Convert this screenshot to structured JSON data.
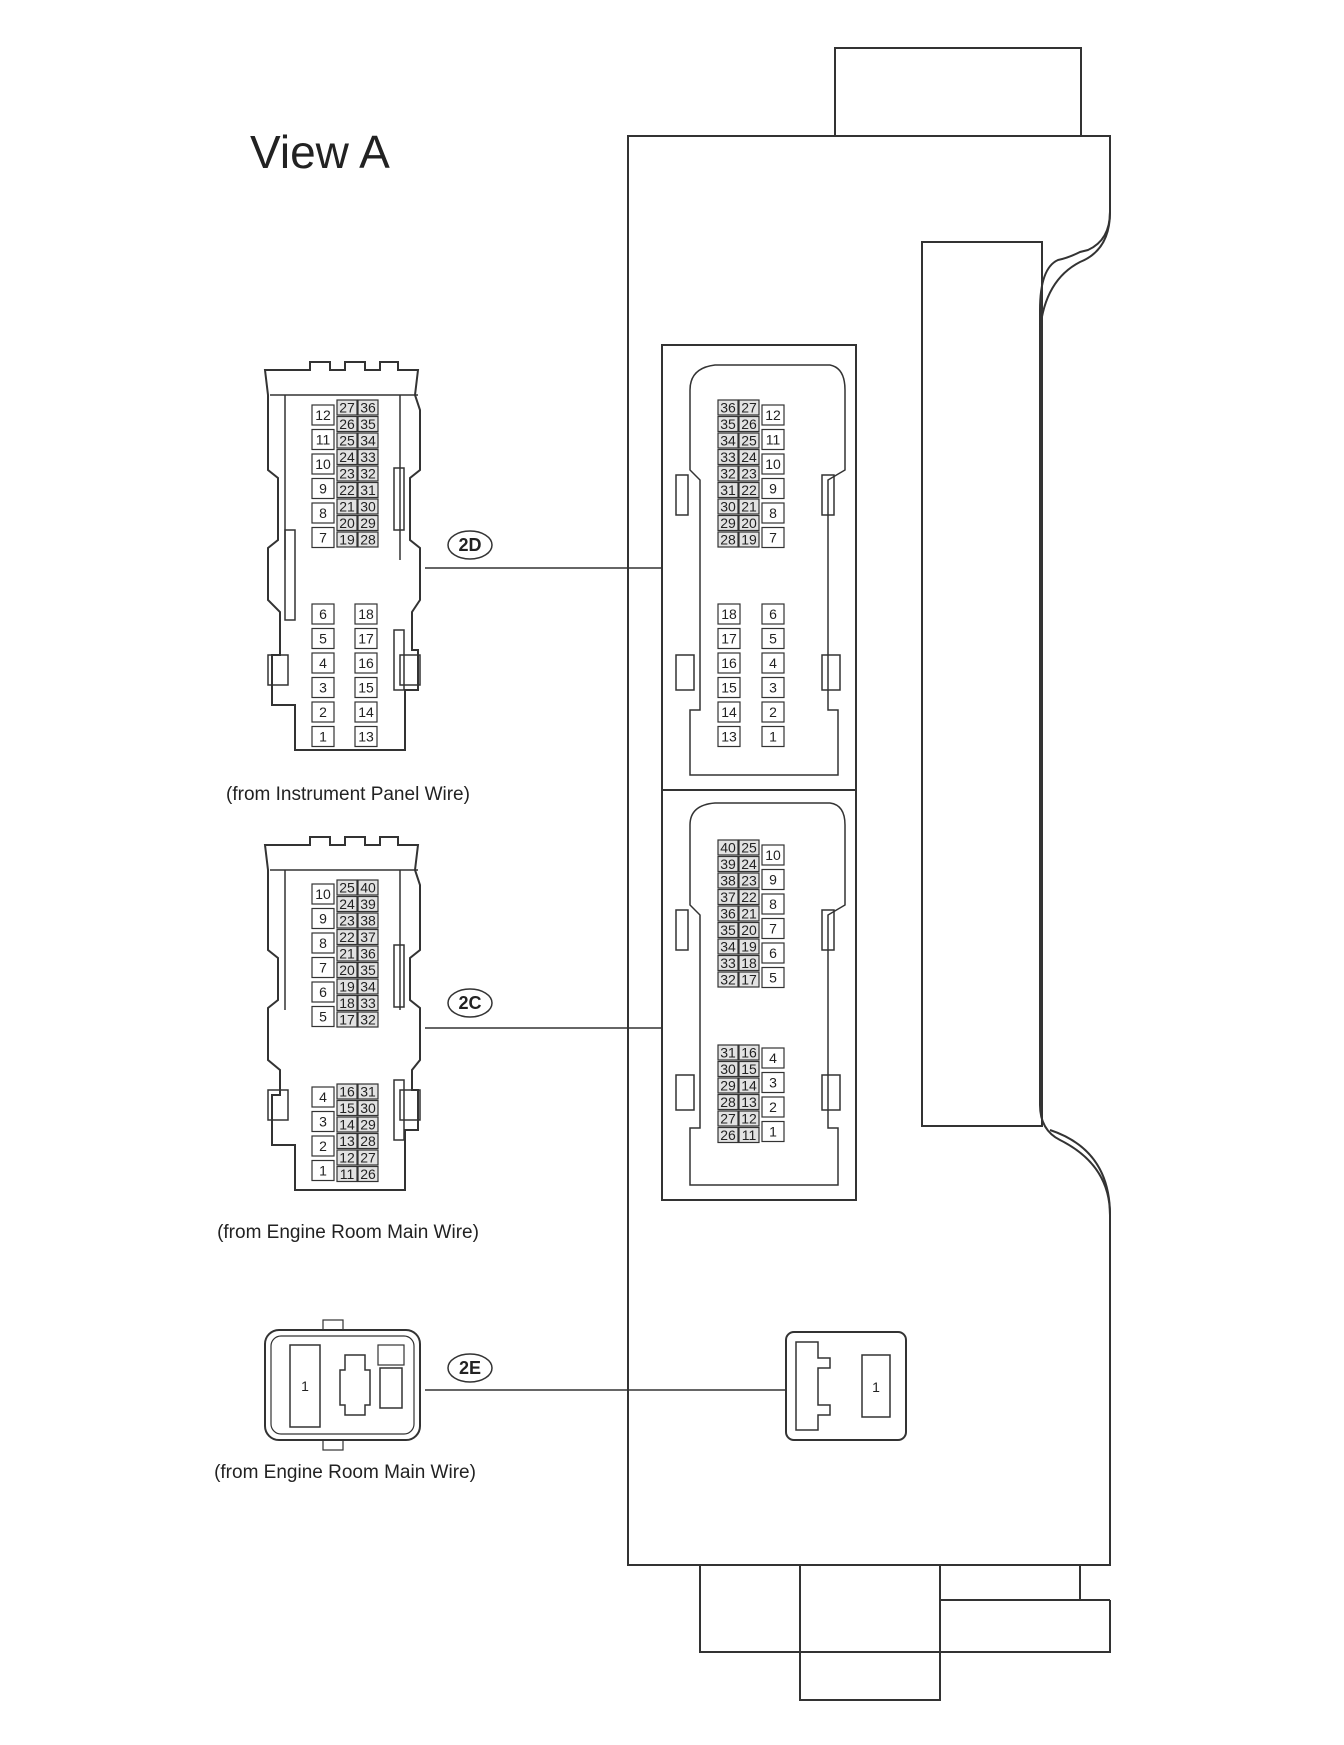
{
  "title": "View A",
  "colors": {
    "line": "#333333",
    "hatch": "#888888",
    "background": "#ffffff"
  },
  "connectors": {
    "c2d": {
      "label": "2D",
      "caption": "(from Instrument Panel Wire)",
      "left_pins": {
        "top_col_a": [
          "12",
          "11",
          "10",
          "9",
          "8",
          "7"
        ],
        "top_col_b": [
          "27",
          "26",
          "25",
          "24",
          "23",
          "22",
          "21",
          "20",
          "19"
        ],
        "top_col_c": [
          "36",
          "35",
          "34",
          "33",
          "32",
          "31",
          "30",
          "29",
          "28"
        ],
        "bottom_col_a": [
          "6",
          "5",
          "4",
          "3",
          "2",
          "1"
        ],
        "bottom_col_b": [
          "18",
          "17",
          "16",
          "15",
          "14",
          "13"
        ]
      },
      "right_pins": {
        "top_col_a": [
          "36",
          "35",
          "34",
          "33",
          "32",
          "31",
          "30",
          "29",
          "28"
        ],
        "top_col_b": [
          "27",
          "26",
          "25",
          "24",
          "23",
          "22",
          "21",
          "20",
          "19"
        ],
        "top_col_c": [
          "12",
          "11",
          "10",
          "9",
          "8",
          "7"
        ],
        "bottom_col_a": [
          "18",
          "17",
          "16",
          "15",
          "14",
          "13"
        ],
        "bottom_col_b": [
          "6",
          "5",
          "4",
          "3",
          "2",
          "1"
        ]
      }
    },
    "c2c": {
      "label": "2C",
      "caption": "(from Engine Room Main Wire)",
      "left_pins": {
        "top_col_a": [
          "10",
          "9",
          "8",
          "7",
          "6",
          "5"
        ],
        "top_col_b": [
          "25",
          "24",
          "23",
          "22",
          "21",
          "20",
          "19",
          "18",
          "17"
        ],
        "top_col_c": [
          "40",
          "39",
          "38",
          "37",
          "36",
          "35",
          "34",
          "33",
          "32"
        ],
        "bottom_col_a": [
          "4",
          "3",
          "2",
          "1"
        ],
        "bottom_col_b": [
          "16",
          "15",
          "14",
          "13",
          "12",
          "11"
        ],
        "bottom_col_c": [
          "31",
          "30",
          "29",
          "28",
          "27",
          "26"
        ]
      },
      "right_pins": {
        "top_col_a": [
          "40",
          "39",
          "38",
          "37",
          "36",
          "35",
          "34",
          "33",
          "32"
        ],
        "top_col_b": [
          "25",
          "24",
          "23",
          "22",
          "21",
          "20",
          "19",
          "18",
          "17"
        ],
        "top_col_c": [
          "10",
          "9",
          "8",
          "7",
          "6",
          "5"
        ],
        "bottom_col_a": [
          "31",
          "30",
          "29",
          "28",
          "27",
          "26"
        ],
        "bottom_col_b": [
          "16",
          "15",
          "14",
          "13",
          "12",
          "11"
        ],
        "bottom_col_c": [
          "4",
          "3",
          "2",
          "1"
        ]
      }
    },
    "c2e": {
      "label": "2E",
      "caption": "(from Engine Room Main Wire)",
      "left_pin": "1",
      "right_pin": "1"
    }
  }
}
